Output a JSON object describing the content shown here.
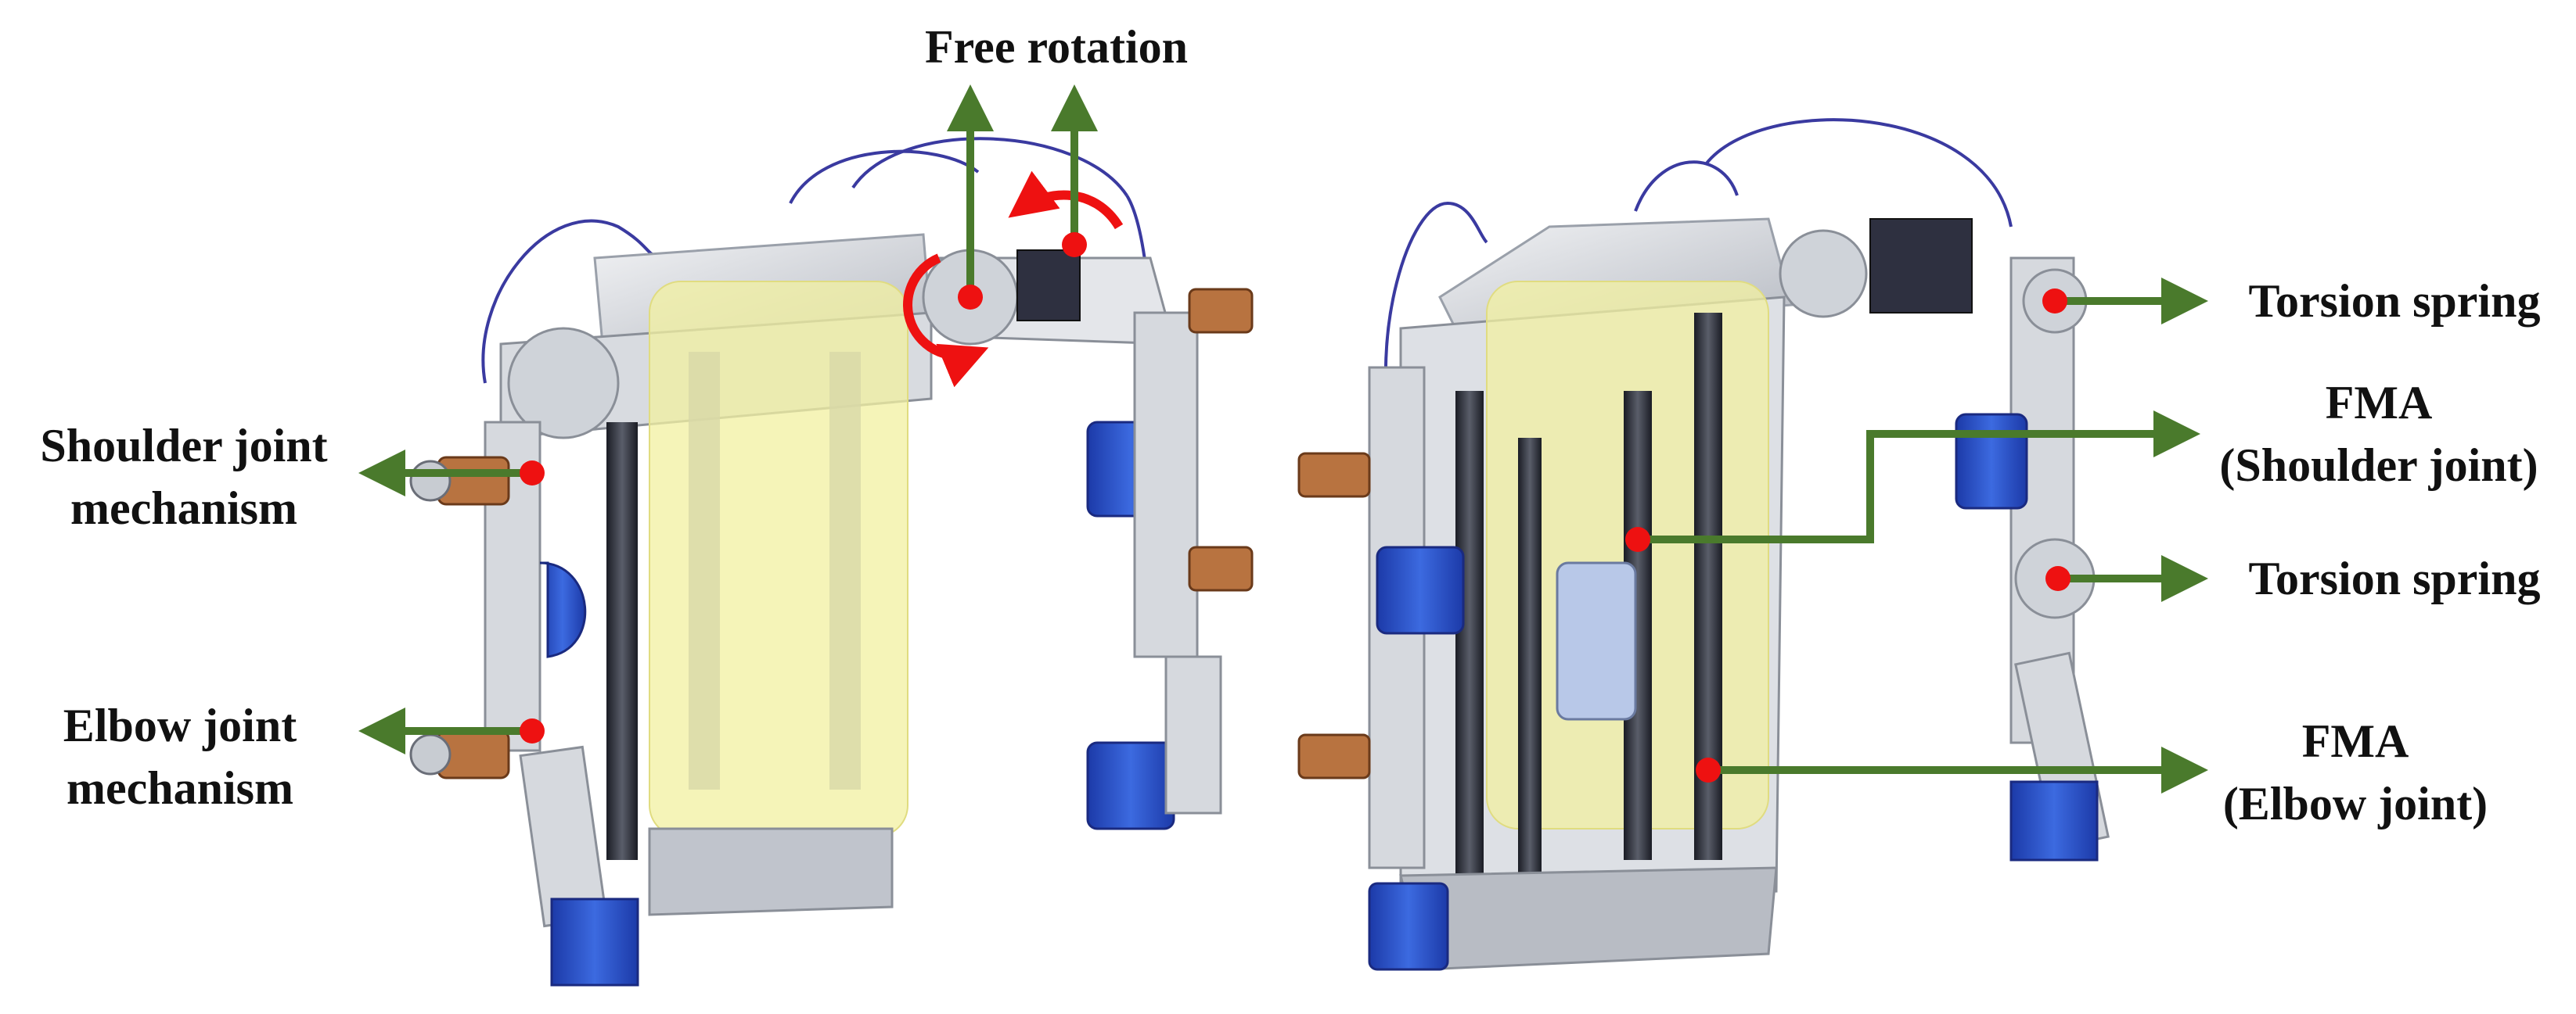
{
  "labels": {
    "free_rotation": "Free rotation",
    "shoulder_mech": {
      "line1": "Shoulder joint",
      "line2": "mechanism"
    },
    "elbow_mech": {
      "line1": "Elbow joint",
      "line2": "mechanism"
    },
    "torsion_spring_top": "Torsion spring",
    "fma_shoulder": {
      "line1": "FMA",
      "line2": "(Shoulder joint)"
    },
    "torsion_spring_bottom": "Torsion spring",
    "fma_elbow": {
      "line1": "FMA",
      "line2": "(Elbow joint)"
    }
  },
  "colors": {
    "arrow": "#4a7a2c",
    "marker": "#ee1111",
    "rotation_arrow": "#ee1111",
    "actuator_highlight": "#f2f0a0",
    "frame_metal": "#c8ccd2",
    "frame_dark": "#2e3040",
    "strap_blue": "#2a52c8",
    "cable": "#3a3aa0"
  }
}
